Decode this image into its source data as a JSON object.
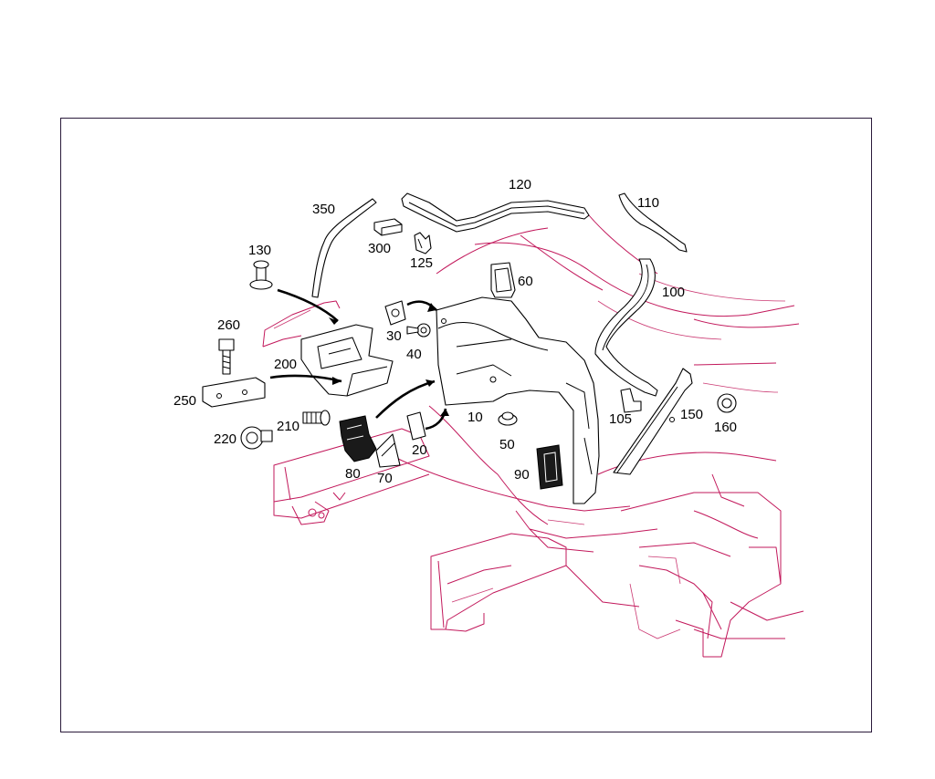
{
  "colors": {
    "background": "#ffffff",
    "frame": "#2a1a3a",
    "vehicle_body_lines": "#c2185b",
    "parts_lines": "#000000",
    "callout_text": "#000000"
  },
  "callouts": [
    {
      "id": "label-350",
      "text": "350"
    },
    {
      "id": "label-300",
      "text": "300"
    },
    {
      "id": "label-120",
      "text": "120"
    },
    {
      "id": "label-125",
      "text": "125"
    },
    {
      "id": "label-110",
      "text": "110"
    },
    {
      "id": "label-130",
      "text": "130"
    },
    {
      "id": "label-60",
      "text": "60"
    },
    {
      "id": "label-100",
      "text": "100"
    },
    {
      "id": "label-260",
      "text": "260"
    },
    {
      "id": "label-30",
      "text": "30"
    },
    {
      "id": "label-40",
      "text": "40"
    },
    {
      "id": "label-200",
      "text": "200"
    },
    {
      "id": "label-250",
      "text": "250"
    },
    {
      "id": "label-10",
      "text": "10"
    },
    {
      "id": "label-105",
      "text": "105"
    },
    {
      "id": "label-150",
      "text": "150"
    },
    {
      "id": "label-160",
      "text": "160"
    },
    {
      "id": "label-210",
      "text": "210"
    },
    {
      "id": "label-220",
      "text": "220"
    },
    {
      "id": "label-20",
      "text": "20"
    },
    {
      "id": "label-50",
      "text": "50"
    },
    {
      "id": "label-80",
      "text": "80"
    },
    {
      "id": "label-90",
      "text": "90"
    },
    {
      "id": "label-70",
      "text": "70"
    }
  ]
}
